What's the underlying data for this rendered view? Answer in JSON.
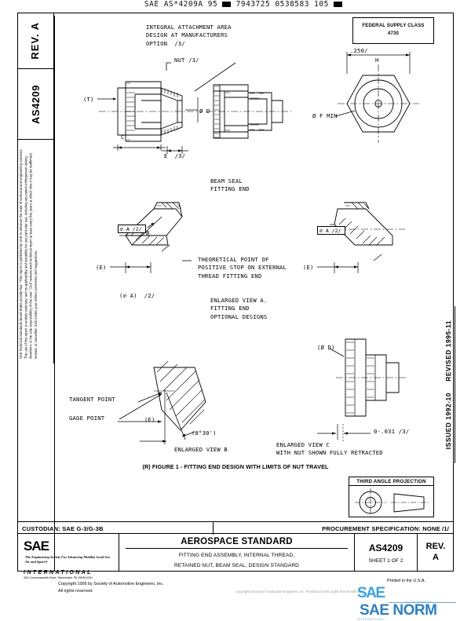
{
  "header": {
    "barcode_text": "SAE AS*4209A 95",
    "barcode_text2": "7943725 0538583 105"
  },
  "left_rail": {
    "rev_label": "REV.\nA",
    "doc_number": "AS4209",
    "disclaimer": "SAE Technical Standards Board Rules provide that: \"This report is published by SAE to advance the state of technical and engineering sciences.  The use of this report is entirely voluntary, and its applicability and suitability for any particular use, including any patent infringement arising therefrom, is the sole responsibility of the user.\"  SAE reviews each technical report at least every five years at which time it may be reaffirmed, revised, or cancelled.  SAE invites your written comments and suggestions."
  },
  "right_rail": {
    "revised": "REVISED 1995-11",
    "issued": "ISSUED 1992-10"
  },
  "fsc": {
    "label": "FEDERAL SUPPLY CLASS",
    "value": "4730"
  },
  "annotations": {
    "integral_attachment": "INTEGRAL ATTACHMENT AREA\nDESIGN AT MANUFACTURERS\nOPTION  /3/",
    "nut": "NUT /3/",
    "callout_t": "(T)",
    "dim_c": "C",
    "dim_d": "Ø D",
    "dim_e": "E  /3/",
    "dim_250": ".250/",
    "dim_h": "H",
    "dim_f": "Ø F MIN",
    "beam_seal": "BEAM SEAL\nFITTING END",
    "theoretical_point": "THEORETICAL POINT OF\nPOSITIVE STOP ON EXTERNAL\nTHREAD FITTING END",
    "enlarged_view_a": "ENLARGED VIEW A.\nFITTING END\nOPTIONAL DESIGNS",
    "dia_d_paren": "(Ø D)",
    "tangent_point": "TANGENT POINT",
    "gage_point": "GAGE POINT",
    "dim_e_paren": "(E)",
    "angle_830": "(8°30')",
    "clearance": "0-.031 /3/",
    "enlarged_view_b": "ENLARGED VIEW B",
    "enlarged_view_c": "ENLARGED VIEW C\nWITH NUT SHOWN FULLY RETRACTED",
    "fcf_a_left": "⌀ A  /2/",
    "fcf_a_right": "⌀ A  /2/",
    "fcf_a_enlarged": "(⌀ A)  /2/",
    "label_b": "B"
  },
  "figure_caption": "(R)  FIGURE 1 - FITTING END DESIGN WITH LIMITS OF NUT TRAVEL",
  "third_angle": {
    "title": "THIRD ANGLE PROJECTION"
  },
  "custodian_row": {
    "custodian": "CUSTODIAN:  SAE G-3/G-3B",
    "procurement": "PROCUREMENT SPECIFICATION:  NONE /1/"
  },
  "title_block": {
    "sae_word": "SAE",
    "sae_tagline": "The Engineering Society\nFor Advancing Mobility\nLand Sea Air and Space®",
    "sae_international": "INTERNATIONAL",
    "sae_address": "400 Commonwealth Drive, Warrendale, PA 15096-0001",
    "standard_type": "AEROSPACE STANDARD",
    "title_line1": "FITTING END ASSEMBLY,  INTERNAL THREAD,",
    "title_line2": "RETAINED NUT, BEAM SEAL, DESIGN STANDARD",
    "doc_number": "AS4209",
    "sheet": "SHEET 1 OF 2",
    "rev_label": "REV.",
    "rev_value": "A"
  },
  "footer": {
    "copyright_line1": "Copyright 1995 by Society of Automotive Engineers, Inc.",
    "copyright_line2": "All rights reserved.",
    "printed_in": "Printed in the U.S.A.",
    "ghost_text": "Copyright Society of Automotive Engineers, Inc. Provided by IHS under license with SAE",
    "norm_sae": "SAE",
    "norm_word": "SAE NORM",
    "norm_sub": "INTERNATIONAL",
    "norm_sub2": "A SAE MEMBER"
  },
  "colors": {
    "ink": "#000000",
    "norm_blue": "#3aa3dd",
    "norm_blue_dark": "#2e7fc0"
  }
}
